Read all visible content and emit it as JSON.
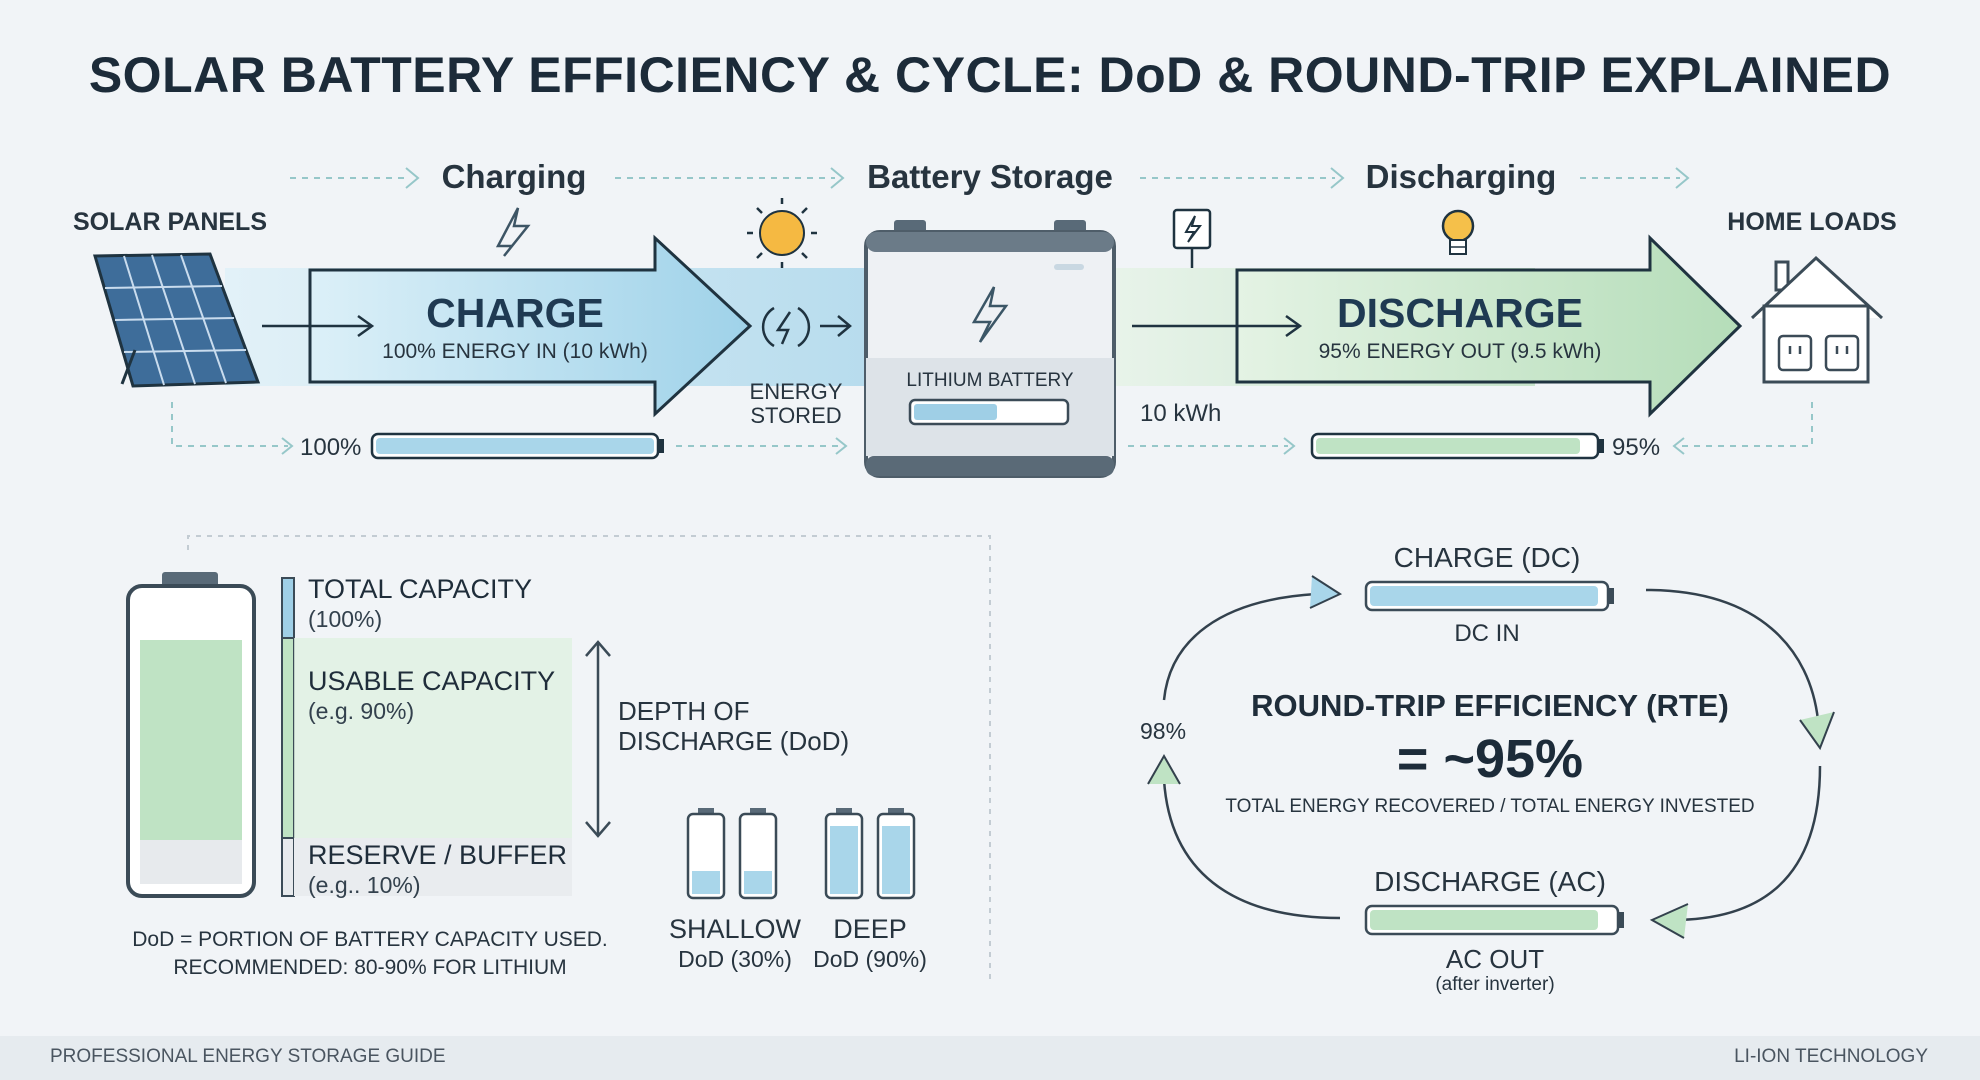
{
  "title": "SOLAR BATTERY EFFICIENCY & CYCLE: DoD & ROUND-TRIP EXPLAINED",
  "flow": {
    "stages": {
      "charging": "Charging",
      "battery_storage": "Battery Storage",
      "discharging": "Discharging"
    },
    "solar_panels": "SOLAR PANELS",
    "home_loads": "HOME LOADS",
    "charge": {
      "label": "CHARGE",
      "sub": "100% ENERGY IN (10 kWh)",
      "level_text": "100%",
      "level": 1.0
    },
    "energy_stored": [
      "ENERGY",
      "STORED"
    ],
    "battery": {
      "label": "LITHIUM BATTERY",
      "kwh": "10 kWh",
      "level": 0.55
    },
    "discharge": {
      "label": "DISCHARGE",
      "sub": "95% ENERGY OUT (9.5 kWh)",
      "level_text": "95%",
      "level": 0.95
    }
  },
  "dod": {
    "total_capacity": "TOTAL CAPACITY",
    "total_capacity_pct": "(100%)",
    "usable_capacity": "USABLE CAPACITY",
    "usable_capacity_pct": "(e.g. 90%)",
    "reserve": "RESERVE / BUFFER",
    "reserve_pct": "(e.g.. 10%)",
    "depth_of_discharge": [
      "DEPTH OF",
      "DISCHARGE (DoD)"
    ],
    "note": [
      "DoD = PORTION OF BATTERY CAPACITY USED.",
      "RECOMMENDED: 80-90% FOR LITHIUM"
    ],
    "shallow": {
      "label": "SHALLOW",
      "sub": "DoD (30%)",
      "level": 0.3
    },
    "deep": {
      "label": "DEEP",
      "sub": "DoD (90%)",
      "level": 0.9
    }
  },
  "rte": {
    "charge_dc": "CHARGE (DC)",
    "dc_in": "DC IN",
    "title": "ROUND-TRIP EFFICIENCY (RTE)",
    "value": "= ~95%",
    "formula": "TOTAL ENERGY RECOVERED / TOTAL ENERGY INVESTED",
    "inverter_eff": "98%",
    "discharge_ac": "DISCHARGE (AC)",
    "ac_out": "AC OUT",
    "after_inverter": "(after inverter)"
  },
  "footer": {
    "left": "PROFESSIONAL ENERGY STORAGE GUIDE",
    "right": "LI-ION TECHNOLOGY"
  },
  "colors": {
    "charge_blue": "#a9d6ea",
    "discharge_green": "#bfe3c4",
    "dark": "#1c2b39"
  },
  "icons": [
    "solar-panel-icon",
    "lightning-icon",
    "sun-icon",
    "charging-symbol-icon",
    "plug-icon",
    "lightbulb-icon",
    "house-icon",
    "outlet-icon"
  ]
}
